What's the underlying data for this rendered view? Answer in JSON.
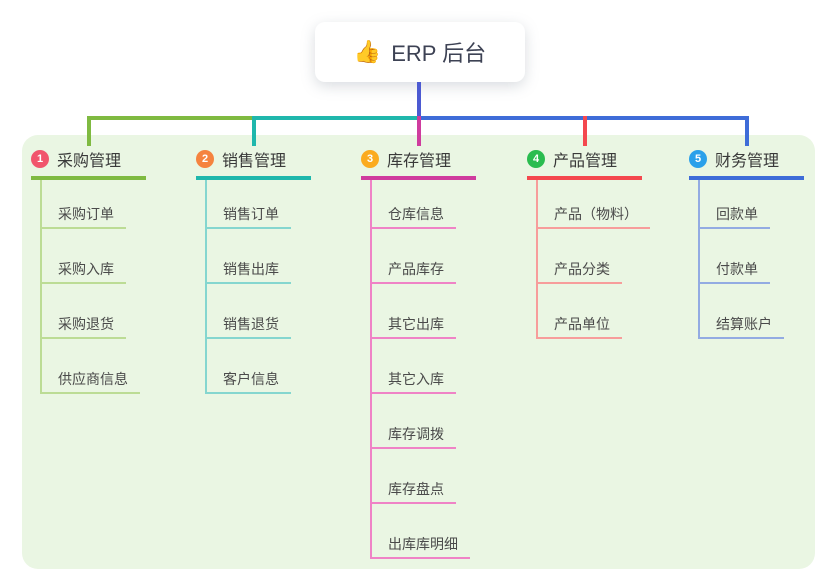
{
  "app": {
    "background_color": "#ffffff",
    "panel_color": "#eaf6e3"
  },
  "mindmap": {
    "root": {
      "icon": "👍",
      "label": "ERP 后台",
      "connector_color": "#4c5ad2"
    },
    "branches": [
      {
        "num": "1",
        "label": "采购管理",
        "circle_color": "#f1556c",
        "line_color": "#7fba41",
        "light_color": "#bcdc95",
        "children": [
          "采购订单",
          "采购入库",
          "采购退货",
          "供应商信息"
        ]
      },
      {
        "num": "2",
        "label": "销售管理",
        "circle_color": "#f5833f",
        "line_color": "#1fb7ac",
        "light_color": "#85d6cf",
        "children": [
          "销售订单",
          "销售出库",
          "销售退货",
          "客户信息"
        ]
      },
      {
        "num": "3",
        "label": "库存管理",
        "circle_color": "#fbab1f",
        "line_color": "#cf3c9e",
        "light_color": "#ef83c6",
        "children": [
          "仓库信息",
          "产品库存",
          "其它出库",
          "其它入库",
          "库存调拨",
          "库存盘点",
          "出库库明细"
        ]
      },
      {
        "num": "4",
        "label": "产品管理",
        "circle_color": "#2abc4f",
        "line_color": "#f4484e",
        "light_color": "#f79d9b",
        "children": [
          "产品（物料）",
          "产品分类",
          "产品单位"
        ]
      },
      {
        "num": "5",
        "label": "财务管理",
        "circle_color": "#2aa0ea",
        "line_color": "#3e6cd8",
        "light_color": "#93abe2",
        "children": [
          "回款单",
          "付款单",
          "结算账户"
        ]
      }
    ]
  }
}
